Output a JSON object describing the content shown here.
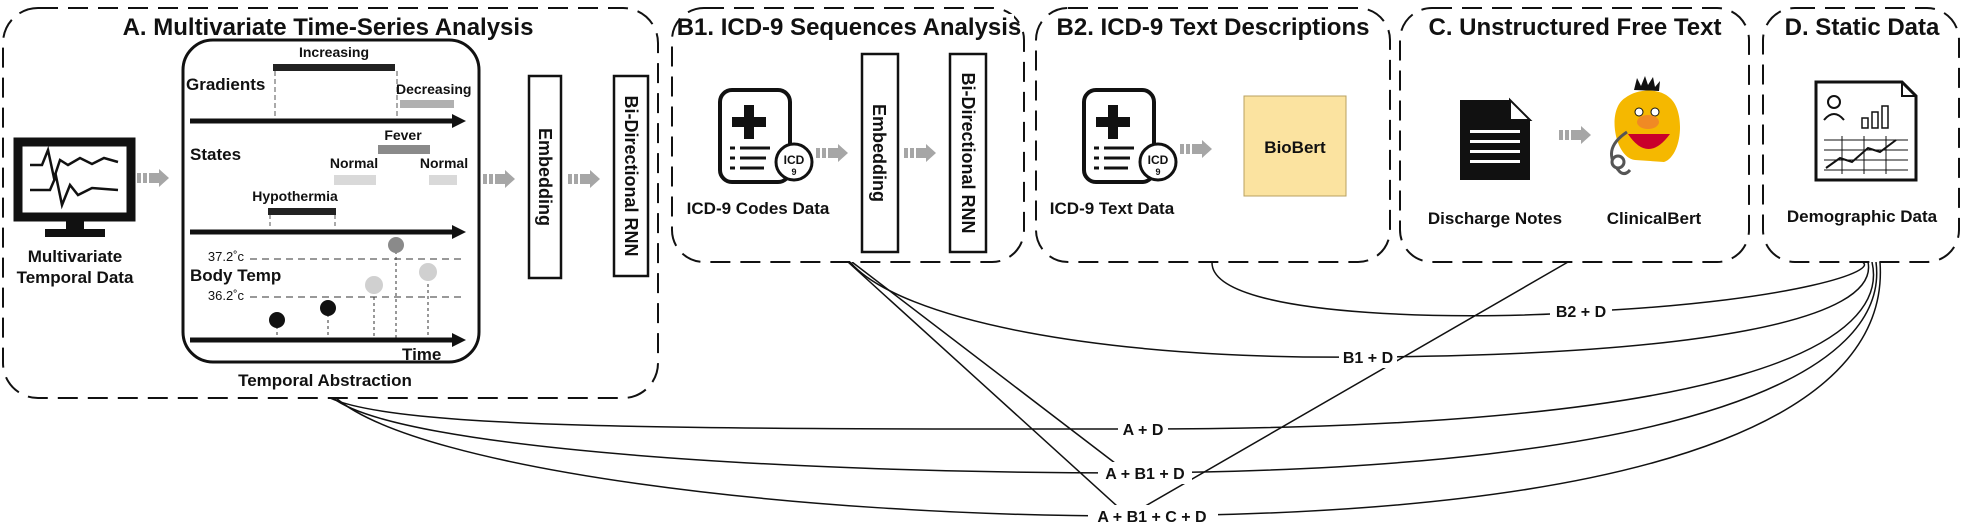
{
  "panels": {
    "A": {
      "title": "A. Multivariate Time-Series Analysis",
      "input_label_line1": "Multivariate",
      "input_label_line2": "Temporal Data",
      "abstraction_label": "Temporal Abstraction",
      "gradients_label": "Gradients",
      "increasing_label": "Increasing",
      "decreasing_label": "Decreasing",
      "states_label": "States",
      "fever_label": "Fever",
      "normal_left_label": "Normal",
      "normal_right_label": "Normal",
      "hypothermia_label": "Hypothermia",
      "body_temp_label": "Body Temp",
      "temp_high_label": "37.2˚c",
      "temp_low_label": "36.2˚c",
      "time_label": "Time",
      "embedding_label": "Embedding",
      "rnn_label": "Bi-Directional RNN"
    },
    "B1": {
      "title": "B1. ICD-9 Sequences Analysis",
      "data_label": "ICD-9 Codes Data",
      "icd_badge_text": "ICD",
      "icd_badge_num": "9",
      "embedding_label": "Embedding",
      "rnn_label": "Bi-Directional RNN"
    },
    "B2": {
      "title": "B2. ICD-9 Text Descriptions",
      "data_label": "ICD-9 Text Data",
      "icd_badge_text": "ICD",
      "icd_badge_num": "9",
      "model_label": "BioBert"
    },
    "C": {
      "title": "C. Unstructured Free Text",
      "notes_label": "Discharge Notes",
      "model_label": "ClinicalBert"
    },
    "D": {
      "title": "D. Static Data",
      "data_label": "Demographic Data"
    }
  },
  "combinations": [
    "B2 + D",
    "B1 + D",
    "A + D",
    "A + B1 + D",
    "A + B1 + C + D"
  ],
  "colors": {
    "biobert_fill": "#fbe3a0",
    "arrow_gray": "#a6a6a6",
    "bert_yellow": "#f5b800",
    "bert_orange": "#f08a24",
    "bert_mouth": "#c9002b"
  },
  "icons": [
    "monitor-icon",
    "icd-document-icon",
    "text-document-icon",
    "clinicalbert-icon",
    "demographic-report-icon"
  ]
}
